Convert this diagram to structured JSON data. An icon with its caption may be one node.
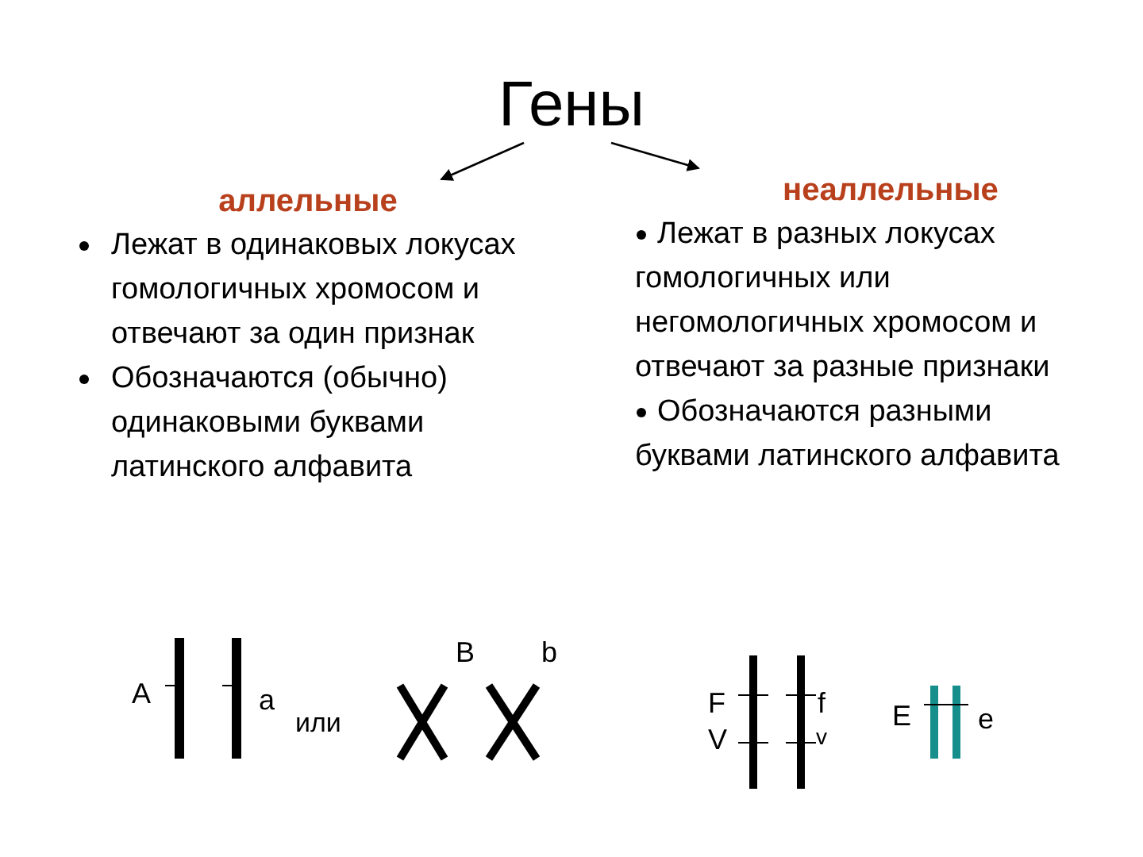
{
  "diagram": {
    "nodes": [
      {
        "text": [
          "Гены"
        ]
      },
      {
        "text": [
          "аллельные",
          "Лежат в одинаковых локусах гомологичных хромосом и отвечают за один признак",
          "Обозначаются (обычно) одинаковыми буквами латинского алфавита"
        ]
      },
      {
        "text": [
          "неаллельные",
          "Лежат в разных локусах гомологичных или негомологичных хромосом и отвечают за разные признаки",
          "Обозначаются разными буквами латинского алфавита"
        ]
      }
    ],
    "edges": [
      {
        "from": 0,
        "to": 1,
        "arrow": "to"
      },
      {
        "from": 0,
        "to": 2,
        "arrow": "to"
      }
    ],
    "labels": [
      "A",
      "a",
      "или",
      "B",
      "b",
      "F",
      "V",
      "f",
      "v",
      "E",
      "e"
    ]
  }
}
